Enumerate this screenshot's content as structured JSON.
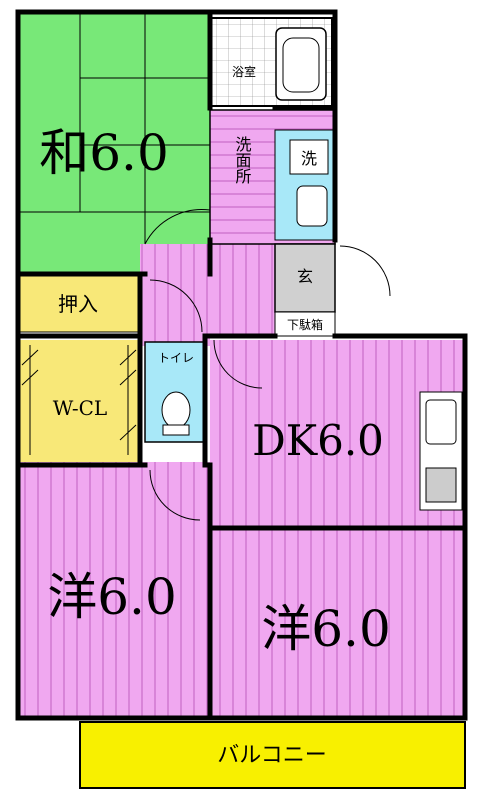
{
  "rooms": {
    "washitsu": "和6.0",
    "oshiire": "押入",
    "wcl": "W-CL",
    "bath": "浴室",
    "senmenjo": "洗面所",
    "washer": "洗",
    "toilet": "トイレ",
    "genkan": "玄",
    "shoe_box": "下駄箱",
    "dk": "DK6.0",
    "yoshitsu_left": "洋6.0",
    "yoshitsu_right": "洋6.0",
    "balcony": "バルコニー"
  },
  "colors": {
    "tatami": "#78E878",
    "storage": "#F8E878",
    "flooring": "#F0A8F0",
    "flooring_line": "#C060C0",
    "wet_area": "#A8E8F8",
    "entrance": "#D0D0D0",
    "balcony": "#F8F000",
    "wall": "#000000"
  }
}
